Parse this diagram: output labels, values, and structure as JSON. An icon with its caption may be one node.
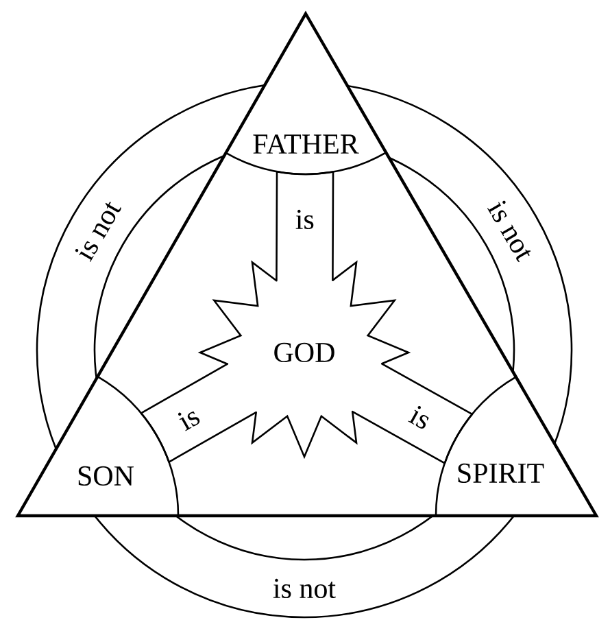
{
  "diagram": {
    "nodes": [
      {
        "text": [
          "FATHER"
        ]
      },
      {
        "text": [
          "GOD"
        ]
      },
      {
        "text": [
          "SON"
        ]
      },
      {
        "text": [
          "SPIRIT"
        ]
      }
    ],
    "edges": [
      {
        "from": 0,
        "to": 1,
        "arrow": "none",
        "label": "is"
      },
      {
        "from": 2,
        "to": 1,
        "arrow": "none",
        "label": "is"
      },
      {
        "from": 3,
        "to": 1,
        "arrow": "none",
        "label": "is"
      },
      {
        "from": 0,
        "to": 2,
        "arrow": "none",
        "label": "is not"
      },
      {
        "from": 0,
        "to": 3,
        "arrow": "none",
        "label": "is not"
      },
      {
        "from": 2,
        "to": 3,
        "arrow": "none",
        "label": "is not"
      }
    ]
  }
}
